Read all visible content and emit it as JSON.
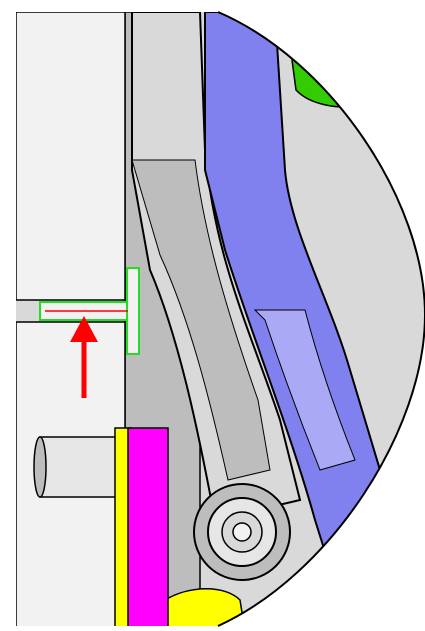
{
  "view": {
    "shape": "circular-detail-view",
    "background": "#ffffff",
    "outline_color": "#000000"
  },
  "colors": {
    "block_fill": "#f2f2f2",
    "steel_light": "#d9d9d9",
    "steel_mid": "#bdbdbd",
    "steel_dark": "#8f8f8f",
    "blue_part": "#8080ee",
    "blue_part_light": "#a9a9f5",
    "green_part": "#33cc00",
    "highlight_green": "#22dd22",
    "magenta_part": "#ff00ff",
    "yellow_part": "#ffff00",
    "arrow_red": "#ff0000",
    "roller_gray": "#e6e6e6"
  },
  "parts": [
    {
      "id": "upper-block",
      "role": "left housing block (upper)"
    },
    {
      "id": "lower-block",
      "role": "left housing block (lower)"
    },
    {
      "id": "curved-arm",
      "role": "gray curved arm"
    },
    {
      "id": "blue-rail",
      "role": "blue curved guide rail"
    },
    {
      "id": "green-part",
      "role": "green component (top)"
    },
    {
      "id": "t-slot",
      "role": "highlighted T-slot gap"
    },
    {
      "id": "pin",
      "role": "cylindrical pin"
    },
    {
      "id": "magenta-plate",
      "role": "magenta plate"
    },
    {
      "id": "yellow-plate",
      "role": "yellow plate"
    },
    {
      "id": "roller",
      "role": "roller / bearing"
    }
  ],
  "annotations": [
    {
      "id": "red-arrow",
      "kind": "arrow",
      "direction": "up",
      "target": "t-slot"
    }
  ]
}
